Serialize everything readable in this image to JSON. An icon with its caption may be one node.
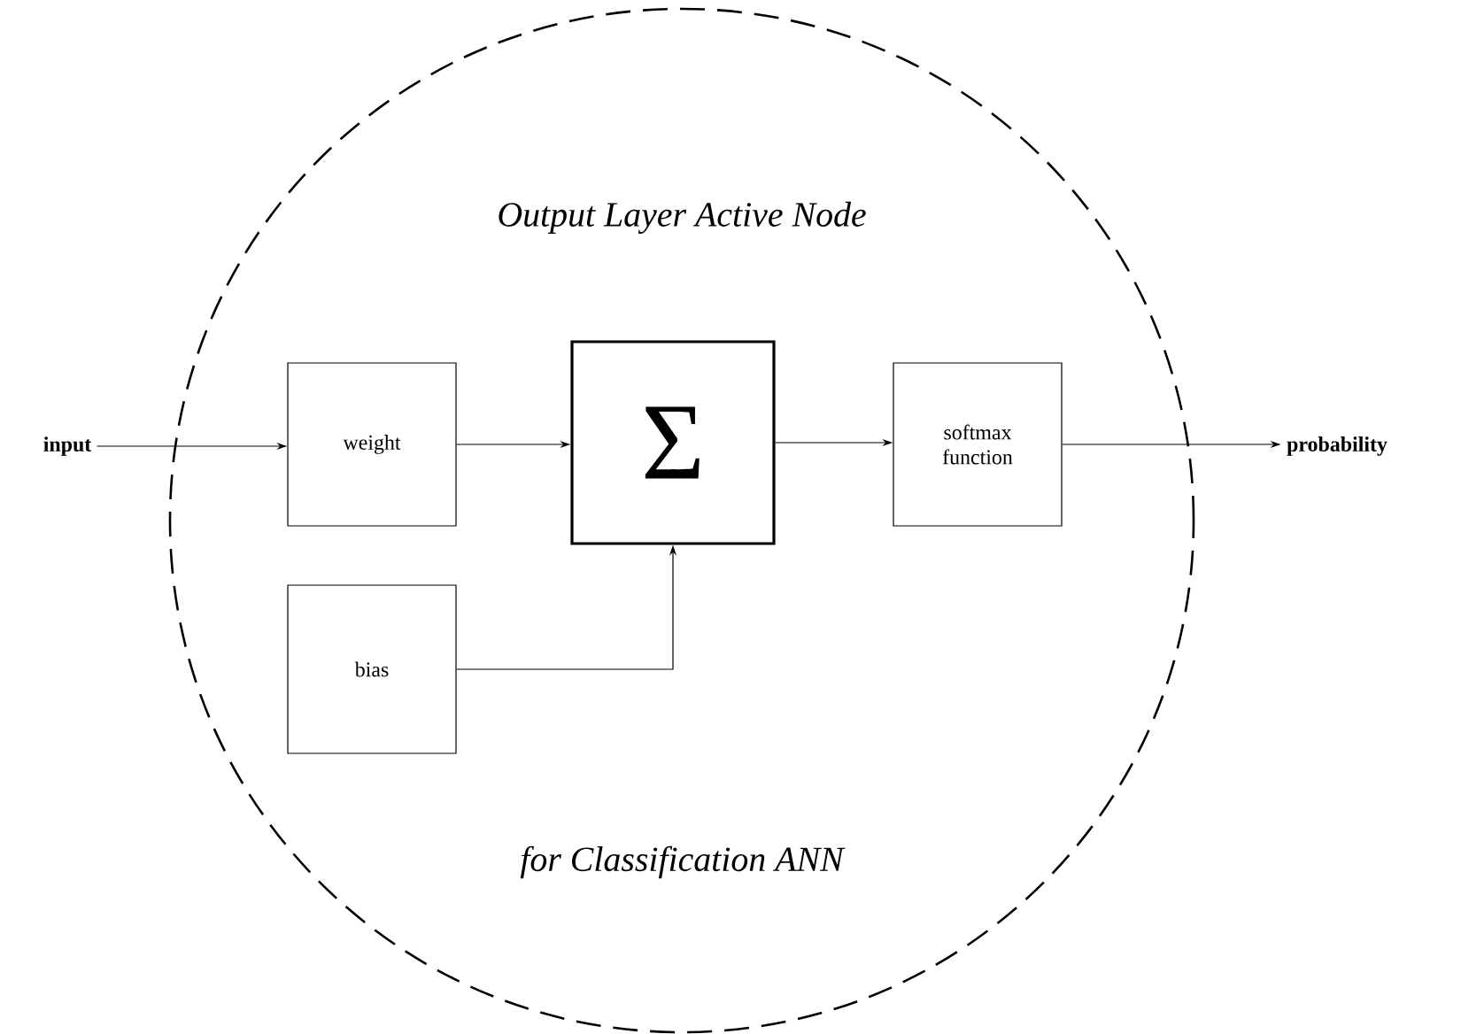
{
  "diagram": {
    "nodes": [
      {
        "text": [
          "Output Layer Active Node",
          "for Classification ANN"
        ]
      },
      {
        "text": [
          "input"
        ]
      },
      {
        "text": [
          "weight"
        ],
        "in": 0
      },
      {
        "text": [
          "Σ"
        ],
        "in": 0
      },
      {
        "text": [
          "bias"
        ],
        "in": 0
      },
      {
        "text": [
          "softmax function"
        ],
        "in": 0
      },
      {
        "text": [
          "probability"
        ]
      }
    ],
    "edges": [
      {
        "from": 1,
        "to": 2,
        "arrow": "to"
      },
      {
        "from": 2,
        "to": 3,
        "arrow": "to"
      },
      {
        "from": 4,
        "to": 3,
        "arrow": "to"
      },
      {
        "from": 3,
        "to": 5,
        "arrow": "to"
      },
      {
        "from": 5,
        "to": 6,
        "arrow": "to"
      }
    ]
  }
}
